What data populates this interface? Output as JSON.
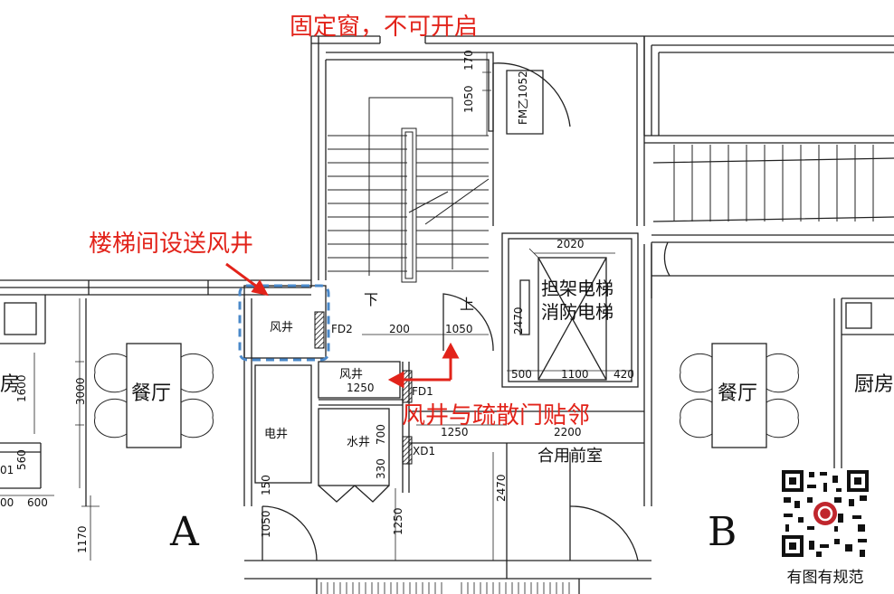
{
  "annotations": {
    "fixed_window": "固定窗，不可开启",
    "stair_shaft": "楼梯间设送风井",
    "shaft_adjacent": "风井与疏散门贴邻"
  },
  "rooms": {
    "dining_left": "餐厅",
    "dining_right": "餐厅",
    "kitchen_left": "房",
    "kitchen_right": "厨房",
    "fan_shaft_1": "风井",
    "fan_shaft_2": "风井",
    "elec_shaft": "电井",
    "water_shaft": "水井",
    "elevator_line1": "担架电梯",
    "elevator_line2": "消防电梯",
    "shared_lobby": "合用前室",
    "unit_a": "A",
    "unit_b": "B",
    "stair_down": "下",
    "stair_up": "上"
  },
  "door_tags": {
    "fd2": "FD2",
    "fd1": "FD1",
    "xd1": "XD1",
    "fm": "FM乙1052"
  },
  "dimensions": {
    "d170": "170",
    "d1050_top": "1050",
    "d2020": "2020",
    "d2470_elev": "2470",
    "d200": "200",
    "d1050_door": "1050",
    "d500": "500",
    "d1100": "1100",
    "d420": "420",
    "d1250_shaft": "1250",
    "d1250_lobby": "1250",
    "d2200": "2200",
    "d700": "700",
    "d330": "330",
    "d2470_lobby": "2470",
    "d1250_low": "1250",
    "d1050_low": "1050",
    "d150": "150",
    "d3000": "3000",
    "d1600": "1600",
    "d560": "560",
    "d1170": "1170",
    "d600": "600",
    "d00": "00",
    "d01": "01"
  },
  "brand": {
    "caption": "有图有规范"
  },
  "colors": {
    "annotation": "#e2231a",
    "highlight": "#4a88c9",
    "line": "#222222"
  }
}
